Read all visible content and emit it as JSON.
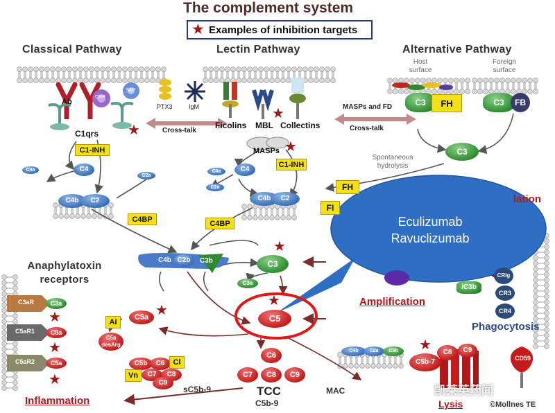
{
  "title": "The complement system",
  "legend": {
    "label": "Examples of inhibition targets"
  },
  "pathways": {
    "classical": "Classical Pathway",
    "lectin": "Lectin Pathway",
    "alternative": "Alternative Pathway"
  },
  "surfaces": {
    "host": "Host\nsurface",
    "foreign": "Foreign\nsurface"
  },
  "classical_labels": {
    "ab": "Ab",
    "crp": "CRP",
    "sap": "SAP",
    "c1qrs": "C1qrs",
    "ptx3": "PTX3",
    "igm": "IgM",
    "c1inh": "C1-INH",
    "c4a": "C4a",
    "c4": "C4",
    "c2a": "C2a",
    "c4b": "C4b",
    "c2": "C2",
    "c4bp": "C4BP"
  },
  "lectin_labels": {
    "ficolins": "Ficolins",
    "mbl": "MBL",
    "collectins": "Collectins",
    "masps": "MASPs",
    "c1inh": "C1-INH",
    "c4a": "C4a",
    "c4": "C4",
    "c2a": "C2a",
    "c2": "C2",
    "c4b": "C4b",
    "c4bp": "C4BP"
  },
  "cross_talk": [
    "Cross-talk",
    "Cross-talk"
  ],
  "alternative_labels": {
    "masps_fd": "MASPs and FD",
    "c3": "C3",
    "fh": "FH",
    "fb": "FB",
    "spontaneous": "Spontaneous\nhydrolysis",
    "fh2": "FH",
    "fi": "FI",
    "regulation_partial": "lation"
  },
  "convertase_labels": {
    "c4b": "C4b",
    "c2b": "C2b",
    "c3b": "C3b",
    "c3": "C3",
    "c3a": "C3a",
    "ic3b": "iC3b",
    "amplification": "Amplification"
  },
  "phagocytosis": {
    "title": "Phagocytosis",
    "cr1g": "CRIg",
    "cr3": "CR3",
    "cr4": "CR4"
  },
  "anaphylatoxin": {
    "title": "Anaphylatoxin\nreceptors",
    "c3ar": "C3aR",
    "c3a": "C3a",
    "c5ar1": "C5aR1",
    "c5a1": "C5a",
    "c5ar2": "C5aR2",
    "c5a2": "C5a"
  },
  "c5_labels": {
    "c5": "C5",
    "c5a": "C5a",
    "ai": "AI",
    "c5a_desarg": "C5a\ndesArg"
  },
  "terminal": {
    "c5b": "C5b",
    "c6": "C6",
    "cl": "Cl",
    "vn": "Vn",
    "c7": "C7",
    "c8": "C8",
    "c9": "C9",
    "sc5b9": "sC5b-9",
    "tcc": "TCC",
    "tcc_sub": "C5b-9",
    "mac": "MAC",
    "c6b": "C6",
    "c7b": "C7",
    "c8b": "C8",
    "c9b": "C9"
  },
  "lysis": {
    "c4b": "C4b",
    "c2a": "C2a",
    "c3b": "C3b",
    "c5b7": "C5b-7",
    "c8": "C8",
    "c9": "C9",
    "cd59": "CD59",
    "lysis_partial": "Lysis"
  },
  "inflammation": "Inflammation",
  "callout": {
    "line1": "Eculizumab",
    "line2": "Ravuclizumab"
  },
  "credit": "©Mollnes TE",
  "watermark": "凯莱英药闻",
  "colors": {
    "accent_red": "#b0181e",
    "callout_blue": "#2e6fc4",
    "membrane": "#d9d9d9",
    "yellow_box": "#f3df1a"
  }
}
